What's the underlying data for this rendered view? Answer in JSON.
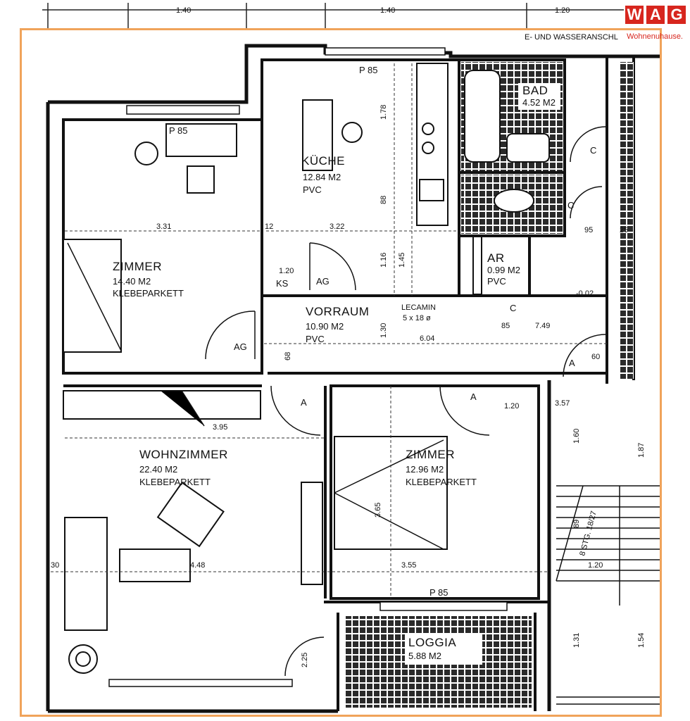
{
  "logo": {
    "letters": [
      "W",
      "A",
      "G"
    ],
    "tagline": "Wohnen",
    "tagline_suffix": "uhause."
  },
  "top_note": "E- UND WASSERANSCHL",
  "top_dims": [
    "1.40",
    "1.40",
    "1.20"
  ],
  "rooms": {
    "kueche": {
      "name": "KÜCHE",
      "area": "12.84 M2",
      "floor": "PVC"
    },
    "zimmer1": {
      "name": "ZIMMER",
      "area": "14.40 M2",
      "floor": "KLEBEPARKETT"
    },
    "vorraum": {
      "name": "VORRAUM",
      "area": "10.90 M2",
      "floor": "PVC"
    },
    "wohnzimmer": {
      "name": "WOHNZIMMER",
      "area": "22.40 M2",
      "floor": "KLEBEPARKETT"
    },
    "zimmer2": {
      "name": "ZIMMER",
      "area": "12.96 M2",
      "floor": "KLEBEPARKETT"
    },
    "ar": {
      "name": "AR",
      "area": "0.99 M2",
      "floor": "PVC"
    },
    "bad": {
      "name": "BAD",
      "area": "4.52 M2"
    },
    "loggia": {
      "name": "LOGGIA",
      "area": "5.88 M2"
    }
  },
  "labels": {
    "p85": "P 85",
    "ks": "KS",
    "ag": "AG",
    "a": "A",
    "c": "C",
    "lecamin": "LECAMIN",
    "lecamin_size": "5 x 18 ø",
    "level": "-0.02"
  },
  "dims": {
    "d331": "3.31",
    "d322": "3.22",
    "d395": "3.95",
    "d448": "4.48",
    "d355": "3.55",
    "d365": "3.65",
    "d178": "1.78",
    "d88": "88",
    "d116": "1.16",
    "d145": "1.45",
    "d120": "1.20",
    "d12": "12",
    "d130": "1.30",
    "d604": "6.04",
    "d68": "68",
    "d95": "95",
    "d25": "25",
    "d85": "85",
    "d749": "7.49",
    "d60": "60",
    "d357": "3.57",
    "d160": "1.60",
    "d187": "1.87",
    "d30": "30",
    "d1_20b": "1.20",
    "d131": "1.31",
    "d154": "1.54",
    "d225": "2.25",
    "stg": "8 STG. 18/27",
    "d89": "89"
  }
}
